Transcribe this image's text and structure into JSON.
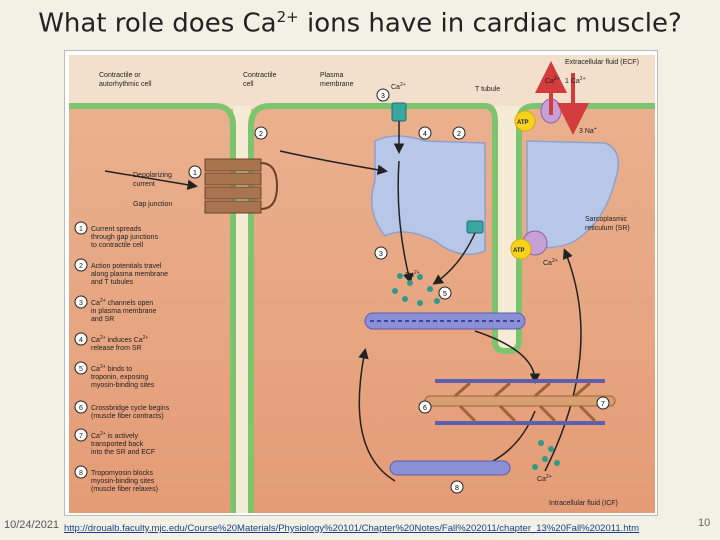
{
  "title": {
    "prefix": "What role does Ca",
    "superscript": "2+",
    "suffix": " ions have in cardiac muscle?"
  },
  "labels": {
    "contractile_or_autorhythmic_1": "Contractile or",
    "contractile_or_autorhythmic_2": "autorhythmic cell",
    "contractile_cell_1": "Contractile",
    "contractile_cell_2": "cell",
    "plasma_membrane_1": "Plasma",
    "plasma_membrane_2": "membrane",
    "t_tubule": "T tubule",
    "ecf": "Extracellular fluid (ECF)",
    "ca_top": "Ca",
    "ca_one": "1 Ca",
    "na_three": "3 Na",
    "atp_top": "ATP",
    "atp_sr": "ATP",
    "depolarizing_1": "Depolarizing",
    "depolarizing_2": "current",
    "gap_junction": "Gap junction",
    "sr_1": "Sarcoplasmic",
    "sr_2": "reticulum (SR)",
    "ca_sr": "Ca",
    "ca_mid": "Ca",
    "ca_bottom": "Ca",
    "icf": "Intracellular fluid (ICF)"
  },
  "circle_nums": {
    "n1": "1",
    "n2": "2",
    "n3": "3",
    "n4": "4",
    "n5": "5",
    "n6": "6",
    "n7": "7",
    "n8": "8"
  },
  "steps": [
    {
      "num": "1",
      "l1": "Current spreads",
      "l2": "through gap junctions",
      "l3": "to contractile cell"
    },
    {
      "num": "2",
      "l1": "Action potentials travel",
      "l2": "along plasma membrane",
      "l3": "and T tubules"
    },
    {
      "num": "3",
      "l1": "Ca",
      "l2": "in plasma membrane",
      "l3": "and SR",
      "l1b": " channels open"
    },
    {
      "num": "4",
      "l1": "Ca",
      "l2": "release from SR",
      "l3": "",
      "l1b": " induces Ca"
    },
    {
      "num": "5",
      "l1": "Ca",
      "l2": "troponin, exposing",
      "l3": "myosin-binding sites",
      "l1b": " binds to"
    },
    {
      "num": "6",
      "l1": "Crossbridge cycle begins",
      "l2": "(muscle fiber contracts)",
      "l3": ""
    },
    {
      "num": "7",
      "l1": "Ca",
      "l2": "transported back",
      "l3": "into the SR and ECF",
      "l1b": " is actively"
    },
    {
      "num": "8",
      "l1": "Tropomyosin blocks",
      "l2": "myosin-binding sites",
      "l3": "(muscle fiber relaxes)"
    }
  ],
  "superscripts": {
    "ca": "2+",
    "na": "+"
  },
  "footer": {
    "date": "10/24/2021",
    "url": "http://droualb.faculty.mjc.edu/Course%20Materials/Physiology%20101/Chapter%20Notes/Fall%202011/chapter_13%20Fall%202011.htm",
    "slide_number": "10"
  },
  "colors": {
    "cytoplasm": "#e8a884",
    "ecf": "#f3e0cc",
    "membrane": "#7cc46e",
    "sr": "#b8c6e8",
    "calcium": "#2e9a8a",
    "atp": "#f7d21c",
    "pump": "#c8a0d8",
    "arrow_red": "#d23c3c"
  }
}
